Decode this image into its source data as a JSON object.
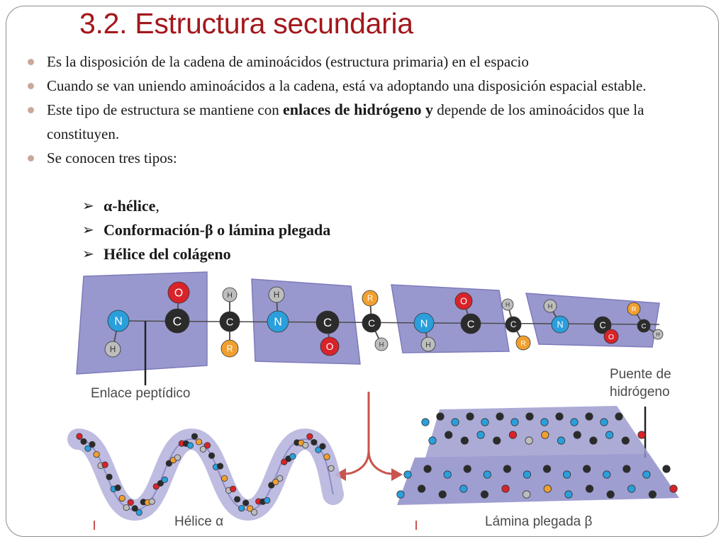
{
  "slide": {
    "title": "3.2. Estructura secundaria",
    "bullets": [
      {
        "text": "Es la disposición de la cadena de aminoácidos (estructura primaria) en el espacio"
      },
      {
        "text": "Cuando se van uniendo aminoácidos a la cadena, está va adoptando una disposición espacial estable."
      },
      {
        "pre": "Este tipo de estructura se mantiene con ",
        "bold": "enlaces de hidrógeno y",
        "post": " depende de los aminoácidos que la constituyen."
      },
      {
        "text": "Se conocen tres tipos:"
      }
    ],
    "types": [
      {
        "prefix": "α",
        "bold": "-hélice",
        "suffix": ","
      },
      {
        "bold": "Conformación-β o lámina plegada"
      },
      {
        "bold": "Hélice del colágeno"
      }
    ]
  },
  "figure": {
    "atoms": {
      "N": "N",
      "C": "C",
      "O": "O",
      "H": "H",
      "R": "R"
    },
    "labels": {
      "peptide_bond": "Enlace peptídico",
      "hydrogen_bridge_l1": "Puente de",
      "hydrogen_bridge_l2": "hidrógeno",
      "alpha_helix": "Hélice α",
      "beta_sheet": "Lámina plegada β"
    },
    "colors": {
      "plane": "#8e8dc9",
      "plane_edge": "#6f6db4",
      "nitrogen": "#2a9fdc",
      "carbon": "#2b2b2b",
      "oxygen": "#d8232a",
      "hydrogen": "#bdbdbd",
      "r_group": "#f0a030",
      "arrow": "#c8564f"
    }
  }
}
